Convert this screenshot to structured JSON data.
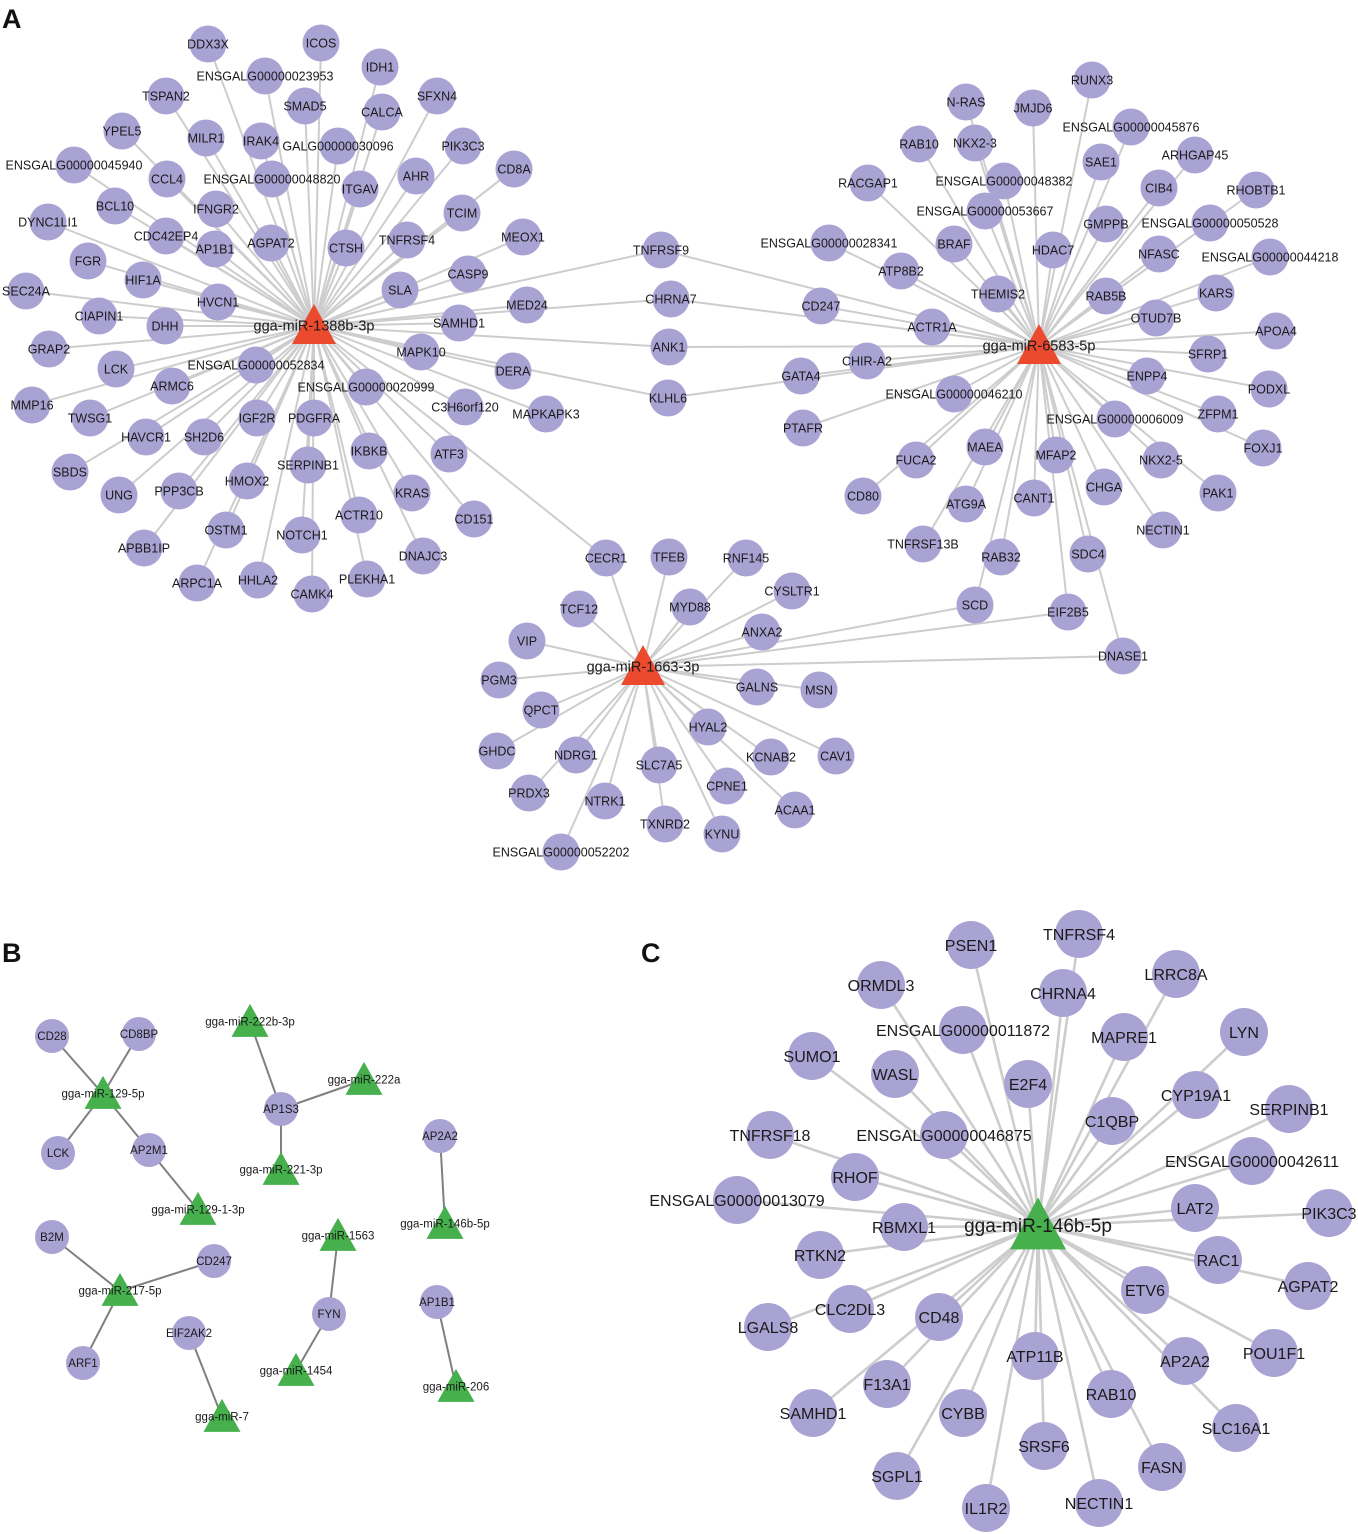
{
  "panel_labels": {
    "A": "A",
    "B": "B",
    "C": "C"
  },
  "colors": {
    "gene_node": "#a9a3d4",
    "mirna_panel_a": "#ec4a2e",
    "mirna_panel_b": "#45b04c",
    "mirna_panel_c": "#45b04c",
    "edge_light": "#cdcdcd",
    "edge_dark": "#808080"
  },
  "panel_A": {
    "networks": [
      {
        "hub": "gga-miR-1388b-3p",
        "targets": [
          "DDX3X",
          "ICOS",
          "ENSGALG00000023953",
          "IDH1",
          "TSPAN2",
          "SMAD5",
          "CALCA",
          "SFXN4",
          "YPEL5",
          "MILR1",
          "IRAK4",
          "GALG00000030096",
          "PIK3C3",
          "ENSGALG00000045940",
          "CCL4",
          "ENSGALG00000048820",
          "AHR",
          "CD8A",
          "ITGAV",
          "BCL10",
          "IFNGR2",
          "TCIM",
          "DYNC1LI1",
          "CDC42EP4",
          "AP1B1",
          "AGPAT2",
          "CTSH",
          "TNFRSF4",
          "MEOX1",
          "FGR",
          "HIF1A",
          "CASP9",
          "SEC24A",
          "HVCN1",
          "SLA",
          "CIAPIN1",
          "DHH",
          "SAMHD1",
          "MED24",
          "GRAP2",
          "LCK",
          "ENSGALG00000052834",
          "MAPK10",
          "ARMC6",
          "ENSGALG00000020999",
          "DERA",
          "MMP16",
          "TWSG1",
          "C3H6orf120",
          "MAPKAPK3",
          "IGF2R",
          "PDGFRA",
          "HAVCR1",
          "SH2D6",
          "IKBKB",
          "ATF3",
          "SBDS",
          "HMOX2",
          "SERPINB1",
          "UNG",
          "PPP3CB",
          "KRAS",
          "CD151",
          "ACTR10",
          "OSTM1",
          "NOTCH1",
          "APBB1IP",
          "DNAJC3",
          "ARPC1A",
          "HHLA2",
          "CAMK4",
          "PLEKHA1",
          "TNFRSF9",
          "CHRNA7",
          "ANK1",
          "KLHL6",
          "CECR1"
        ]
      },
      {
        "hub": "gga-miR-6583-5p",
        "targets": [
          "RUNX3",
          "N-RAS",
          "JMJD6",
          "ENSGALG00000045876",
          "RAB10",
          "NKX2-3",
          "SAE1",
          "ARHGAP45",
          "RACGAP1",
          "ENSGALG00000048382",
          "CIB4",
          "RHOBTB1",
          "ENSGALG00000053667",
          "GMPPB",
          "ENSGALG00000050528",
          "ENSGALG00000028341",
          "BRAF",
          "HDAC7",
          "NFASC",
          "ENSGALG00000044218",
          "ATP8B2",
          "THEMIS2",
          "RAB5B",
          "KARS",
          "CD247",
          "ACTR1A",
          "OTUD7B",
          "APOA4",
          "CHIR-A2",
          "SFRP1",
          "GATA4",
          "ENPP4",
          "PODXL",
          "ENSGALG00000046210",
          "ENSGALG00000006009",
          "ZFPM1",
          "PTAFR",
          "MAEA",
          "MFAP2",
          "FOXJ1",
          "FUCA2",
          "NKX2-5",
          "CHGA",
          "CD80",
          "CANT1",
          "PAK1",
          "ATG9A",
          "NECTIN1",
          "TNFRSF13B",
          "RAB32",
          "SDC4",
          "SCD",
          "EIF2B5",
          "DNASE1",
          "TNFRSF9",
          "CHRNA7",
          "ANK1",
          "KLHL6"
        ]
      },
      {
        "hub": "gga-miR-1663-3p",
        "targets": [
          "TFEB",
          "RNF145",
          "CYSLTR1",
          "TCF12",
          "MYD88",
          "ANXA2",
          "VIP",
          "GALNS",
          "MSN",
          "PGM3",
          "QPCT",
          "HYAL2",
          "GHDC",
          "NDRG1",
          "KCNAB2",
          "CAV1",
          "SLC7A5",
          "PRDX3",
          "CPNE1",
          "NTRK1",
          "ACAA1",
          "TXNRD2",
          "KYNU",
          "ENSGALG00000052202",
          "CECR1",
          "SCD",
          "EIF2B5",
          "DNASE1"
        ]
      }
    ]
  },
  "panel_B": {
    "networks": [
      {
        "hub": "gga-miR-129-5p",
        "targets": [
          "CD28",
          "CD8BP",
          "LCK",
          "AP2M1"
        ]
      },
      {
        "hub": "gga-miR-129-1-3p",
        "targets": [
          "AP2M1"
        ]
      },
      {
        "hub": "gga-miR-222b-3p",
        "targets": [
          "AP1S3"
        ]
      },
      {
        "hub": "gga-miR-222a",
        "targets": [
          "AP1S3"
        ]
      },
      {
        "hub": "gga-miR-221-3p",
        "targets": [
          "AP1S3"
        ]
      },
      {
        "hub": "gga-miR-217-5p",
        "targets": [
          "B2M",
          "CD247",
          "ARF1"
        ]
      },
      {
        "hub": "gga-miR-7",
        "targets": [
          "EIF2AK2"
        ]
      },
      {
        "hub": "gga-miR-1563",
        "targets": [
          "FYN"
        ]
      },
      {
        "hub": "gga-miR-1454",
        "targets": [
          "FYN"
        ]
      },
      {
        "hub": "gga-miR-146b-5p",
        "targets": [
          "AP2A2"
        ]
      },
      {
        "hub": "gga-miR-206",
        "targets": [
          "AP1B1"
        ]
      }
    ]
  },
  "panel_C": {
    "networks": [
      {
        "hub": "gga-miR-146b-5p",
        "targets": [
          "TNFRSF4",
          "PSEN1",
          "LRRC8A",
          "ORMDL3",
          "CHRNA4",
          "ENSGALG00000011872",
          "LYN",
          "MAPRE1",
          "SUMO1",
          "WASL",
          "E2F4",
          "CYP19A1",
          "SERPINB1",
          "C1QBP",
          "TNFRSF18",
          "ENSGALG00000046875",
          "ENSGALG00000042611",
          "RHOF",
          "ENSGALG00000013079",
          "LAT2",
          "PIK3C3",
          "RBMXL1",
          "RTKN2",
          "RAC1",
          "AGPAT2",
          "CLC2DL3",
          "ETV6",
          "LGALS8",
          "CD48",
          "POU1F1",
          "ATP11B",
          "AP2A2",
          "F13A1",
          "RAB10",
          "SAMHD1",
          "CYBB",
          "SLC16A1",
          "SRSF6",
          "FASN",
          "SGPL1",
          "NECTIN1",
          "IL1R2"
        ]
      }
    ]
  }
}
